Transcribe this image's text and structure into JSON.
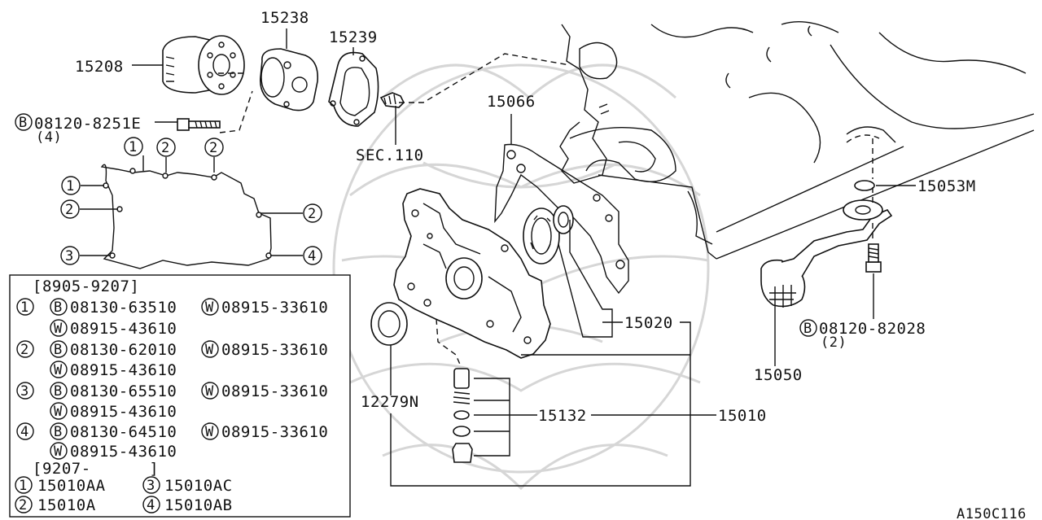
{
  "diagram_code": "A150C116",
  "parts": {
    "p15208": "15208",
    "p15238": "15238",
    "p15239": "15239",
    "bolt_main": "08120-8251E",
    "bolt_main_qty": "(4)",
    "sec110": "SEC.110",
    "p15066": "15066",
    "p15053m": "15053M",
    "p15020": "15020",
    "p12279n": "12279N",
    "p15132": "15132",
    "p15010": "15010",
    "p15050": "15050",
    "bolt_strainer": "08120-82028",
    "bolt_strainer_qty": "(2)"
  },
  "markers": {
    "b": "B",
    "w": "W",
    "n1": "1",
    "n2": "2",
    "n3": "3",
    "n4": "4"
  },
  "legend": {
    "range1": "[8905-9207]",
    "range2": "[9207-      ]",
    "rows": [
      {
        "num": "1",
        "b": "08130-63510",
        "w1": "08915-33610",
        "w2": "08915-43610"
      },
      {
        "num": "2",
        "b": "08130-62010",
        "w1": "08915-33610",
        "w2": "08915-43610"
      },
      {
        "num": "3",
        "b": "08130-65510",
        "w1": "08915-33610",
        "w2": "08915-43610"
      },
      {
        "num": "4",
        "b": "08130-64510",
        "w1": "08915-33610",
        "w2": "08915-43610"
      }
    ],
    "gaskets": {
      "g1": "15010AA",
      "g2": "15010A",
      "g3": "15010AC",
      "g4": "15010AB"
    }
  }
}
